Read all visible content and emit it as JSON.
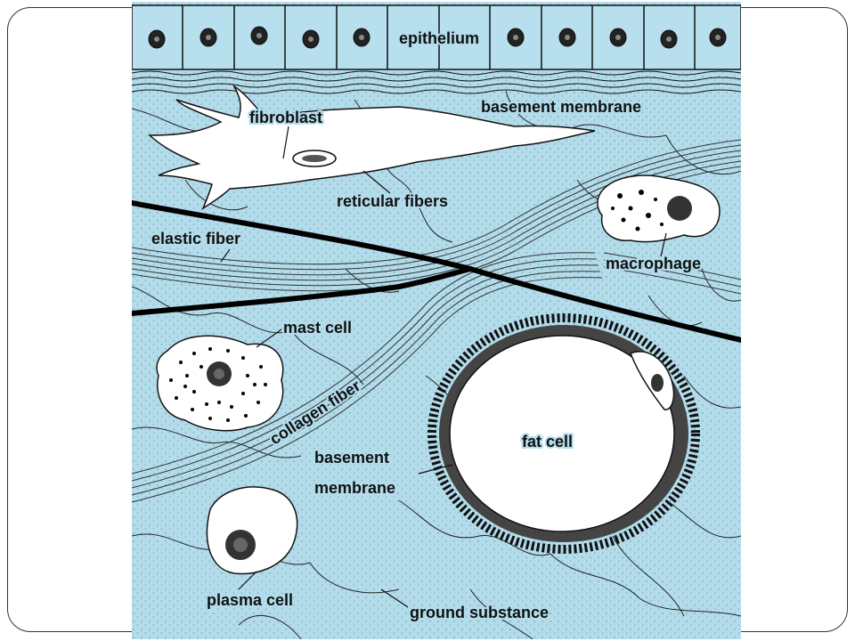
{
  "labels": {
    "epithelium": "epithelium",
    "basement_membrane_top": "basement membrane",
    "fibroblast": "fibroblast",
    "reticular_fibers": "reticular fibers",
    "elastic_fiber": "elastic fiber",
    "macrophage": "macrophage",
    "mast_cell": "mast cell",
    "collagen_fiber": "collagen fiber",
    "fat_cell": "fat cell",
    "basement_membrane_line1": "basement",
    "basement_membrane_line2": "membrane",
    "plasma_cell": "plasma cell",
    "ground_substance": "ground substance"
  },
  "colors": {
    "tissue_background": "#b3dceb",
    "epithelium": "#b8dfee",
    "outline": "#111111",
    "cell_fill": "#ffffff"
  }
}
